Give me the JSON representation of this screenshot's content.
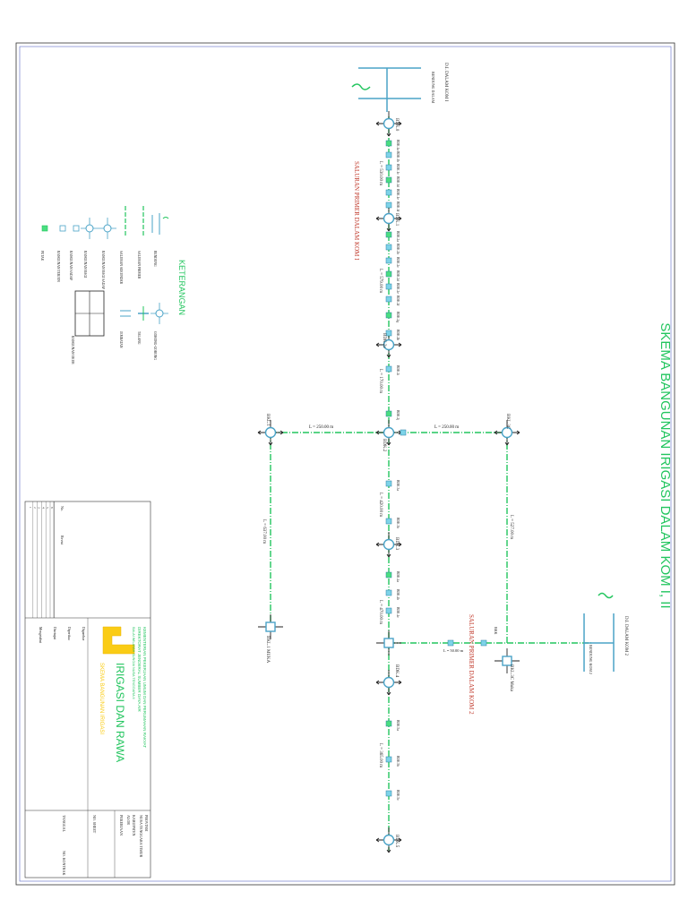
{
  "title": "SKEMA BANGUNAN IRIGASI DALAM KOM I, II",
  "sources": {
    "di_top": "D.I. DALAM KOM I",
    "bendung_top": "BENDUNG DALAM",
    "di_bottom": "D.I. DALAM KOM 2",
    "bendung_bottom": "BENDUNG KOM 2"
  },
  "canals": {
    "primary1": "SALURAN PRIMER DALAM KOM I",
    "primary2": "SALURAN PRIMER DALAM KOM 2"
  },
  "lengths": {
    "l1": "L = 530.00 m",
    "l2": "L = 579.00 m",
    "l3": "L = 170.00 m",
    "l4": "L = 250.00 m",
    "l5": "L = 250.00 m",
    "l6": "L = 420.00 m",
    "l7": "L = 527.00 m",
    "l8": "L = 637.00 m",
    "l9": "L = 470.00 m",
    "l10": "L = 50.00 m",
    "l11": "L = 365.00 m"
  },
  "structures": {
    "bdk0": "BDK.0",
    "bdk1": "BDK.1",
    "bdk2": "BDK.2",
    "bdk2a": "BDK.2a",
    "bdk3": "BDK.3",
    "bdk4": "BDK.4",
    "bdk5": "BDK.5",
    "bkl1": "BKL.1",
    "bkl1m": "BKL.1 MUKA",
    "bkl3c": "BKL.3C",
    "bkl3cm": "BKL.3C Muka",
    "bkk": "BKK"
  },
  "small_labels": [
    "BDK.1a",
    "BDK.1b",
    "BDK.1c",
    "BDK.1d",
    "BDK.1e",
    "BDK.1f",
    "BDK.2a",
    "BDK.2b",
    "BDK.2c",
    "BDK.2d",
    "BDK.2e",
    "BDK.2f",
    "BDK.2g",
    "BDK.2h",
    "BDK.2i",
    "BDK.2j",
    "BDK.3a",
    "BDK.3b",
    "BDK.4a",
    "BDK.4b",
    "BDK.4c",
    "BDK.5a",
    "BDK.5b",
    "BDK.5c"
  ],
  "legend": {
    "title": "KETERANGAN",
    "items": [
      "BENDUNG",
      "SALURAN PRIMER",
      "SALURAN SEKUNDER",
      "BANGUNAN BAGI SADAP",
      "BANGUNAN BAGI",
      "BANGUNAN SADAP",
      "BANGUNAN TERJUN",
      "PETAK",
      "GORONG-GORONG",
      "TALANG",
      "JEMBATAN",
      "BANGUNAN UKUR"
    ]
  },
  "title_block": {
    "rows": [
      "1",
      "2",
      "3",
      "4",
      "5",
      "6"
    ],
    "remark_head": "No.",
    "remark_label": "Revisi",
    "ministry": "KEMENTERIAN PEKERJAAN UMUM DAN PERUMAHAN RAKYAT",
    "dirjen": "DIREKTORAT JENDERAL SUMBER DAYA AIR",
    "balai": "BALAI WILAYAH SUNGAI NUSA TENGGARA II",
    "project": "IRIGASI DAN RAWA",
    "subtitle": "SKEMA BANGUNAN IRIGASI",
    "province_label": "PROVINSI",
    "province": "NUSA TENGGARA TIMUR",
    "kabupaten_label": "KABUPATEN",
    "kabupaten": "ALOR",
    "pekerjaan_label": "PEKERJAAN",
    "sheet_label": "NO. SHEET",
    "date_label": "TANGGAL",
    "contract_label": "NO. KONTRAK",
    "signers": [
      "Digambar",
      "Diperiksa",
      "Disetujui",
      "Mengetahui"
    ]
  }
}
